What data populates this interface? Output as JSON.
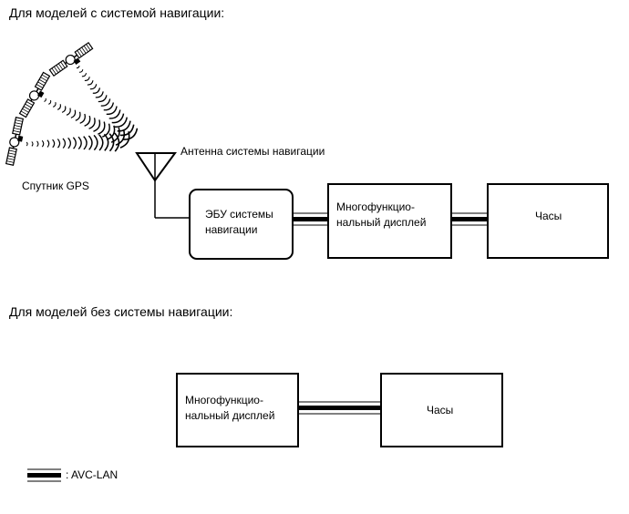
{
  "headings": {
    "with_nav": "Для моделей с системой навигации:",
    "without_nav": "Для моделей без системы навигации:"
  },
  "with_nav": {
    "satellite_label": "Спутник GPS",
    "antenna_label": "Антенна системы навигации",
    "ecu": {
      "line1": "ЭБУ системы",
      "line2": "навигации"
    },
    "mfd": {
      "line1": "Многофункцио-",
      "line2": "нальный дисплей"
    },
    "clock": {
      "label": "Часы"
    }
  },
  "without_nav": {
    "mfd": {
      "line1": "Многофункцио-",
      "line2": "нальный дисплей"
    },
    "clock": {
      "label": "Часы"
    }
  },
  "legend": {
    "label": ": AVC-LAN",
    "symbol": "avc-lan-bus-line"
  },
  "icons": {
    "satellite": "satellite-icon",
    "antenna": "antenna-icon",
    "signal_waves": "radio-waves-icon"
  },
  "colors": {
    "line": "#000000",
    "background": "#ffffff"
  }
}
